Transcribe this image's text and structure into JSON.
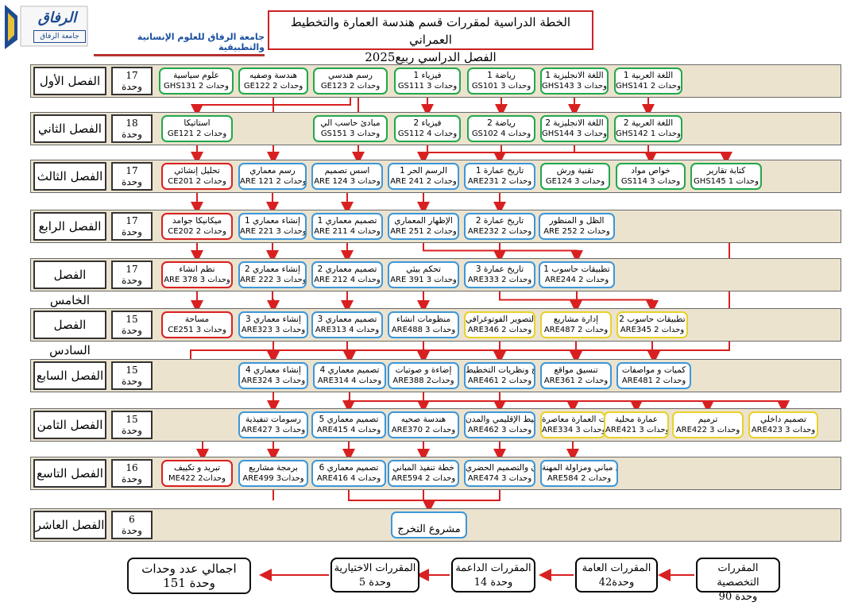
{
  "header": {
    "title": "الخطة الدراسية لمقررات قسم هندسة العمارة والتخطيط العمراني",
    "subtitle": "الفصل الدراسي ربيع2025",
    "university": "جامعة الرفاق للعلوم الإنسانية والتطبيقية",
    "logo_text": "الرفاق",
    "logo_sub": "جامعة الرفاق"
  },
  "semesters": [
    {
      "label": "الفصل الأول",
      "units": "17",
      "units_label": "وحدة"
    },
    {
      "label": "الفصل الثاني",
      "units": "18",
      "units_label": "وحدة"
    },
    {
      "label": "الفصل الثالث",
      "units": "17",
      "units_label": "وحدة"
    },
    {
      "label": "الفصل الرابع",
      "units": "17",
      "units_label": "وحدة"
    },
    {
      "label": "الفصل الخامس",
      "units": "17",
      "units_label": "وحدة"
    },
    {
      "label": "الفصل السادس",
      "units": "15",
      "units_label": "وحدة"
    },
    {
      "label": "الفصل السابع",
      "units": "15",
      "units_label": "وحدة"
    },
    {
      "label": "الفصل الثامن",
      "units": "15",
      "units_label": "وحدة"
    },
    {
      "label": "الفصل التاسع",
      "units": "16",
      "units_label": "وحدة"
    },
    {
      "label": "الفصل العاشر",
      "units": "6",
      "units_label": "وحدة"
    }
  ],
  "courses": {
    "s1": [
      {
        "t": "اللغة العربية 1",
        "c": "GHS141  2 وحدات"
      },
      {
        "t": "اللغة الانجليزية 1",
        "c": "GHS143  3 وحدات"
      },
      {
        "t": "رياضة 1",
        "c": "GS101  3 وحدات"
      },
      {
        "t": "فيزياء 1",
        "c": "GS111  3 وحدات"
      },
      {
        "t": "رسم هندسي",
        "c": "GE123  2 وحدات"
      },
      {
        "t": "هندسة وصفيه",
        "c": "GE122  2 وحدات"
      },
      {
        "t": "علوم سياسية",
        "c": "GHS131  2 وحدات"
      }
    ],
    "s2": [
      {
        "t": "اللغة العربية 2",
        "c": "GHS142  1 وحدات"
      },
      {
        "t": "اللغة الانجليزية 2",
        "c": "GHS144  3 وحدات"
      },
      {
        "t": "رياضة 2",
        "c": "GS102  4 وحدات"
      },
      {
        "t": "فيزياء 2",
        "c": "GS112  4 وحدات"
      },
      {
        "t": "مبادئ حاسب الي",
        "c": "GS151  3 وحدات"
      },
      {
        "t": "استاتيكا",
        "c": "GE121  2 وحدات"
      }
    ],
    "s3": [
      {
        "t": "كتابة تقارير",
        "c": "GHS145  1 وحدات"
      },
      {
        "t": "خواص مواد",
        "c": "GS114  3 وحدات"
      },
      {
        "t": "تقنية ورش",
        "c": "GE124  3 وحدات"
      },
      {
        "t": "تاريخ عمارة 1",
        "c": "ARE231  2 وحدات"
      },
      {
        "t": "الرسم الحر 1",
        "c": "ARE 241  2 وحدات"
      },
      {
        "t": "اسس تصميم",
        "c": "ARE 124  3 وحدات"
      },
      {
        "t": "رسم معماري",
        "c": "ARE 121  2 وحدات"
      },
      {
        "t": "تحليل إنشائي",
        "c": "CE201  2 وحدات"
      }
    ],
    "s4": [
      {
        "t": "الظل و المنظور",
        "c": "ARE 252  2 وحدات"
      },
      {
        "t": "تاريخ عمارة 2",
        "c": "ARE232  2 وحدات"
      },
      {
        "t": "الإظهار المعماري",
        "c": "ARE 251  2 وحدات"
      },
      {
        "t": "تصميم معماري 1",
        "c": "ARE 211  4 وحدات"
      },
      {
        "t": "إنشاء معماري 1",
        "c": "ARE 221  3 وحدات"
      },
      {
        "t": "ميكانيكا جوامد",
        "c": "CE202  2 وحدات"
      }
    ],
    "s5": [
      {
        "t": "تطبيقات حاسوب 1",
        "c": "ARE244  2 وحدات"
      },
      {
        "t": "تاريخ عمارة 3",
        "c": "ARE333  2 وحدات"
      },
      {
        "t": "تحكم بيئي",
        "c": "ARE 391  3 وحدات"
      },
      {
        "t": "تصميم معماري 2",
        "c": "ARE 212  4 وحدات"
      },
      {
        "t": "إنشاء معماري 2",
        "c": "ARE 222  3 وحدات"
      },
      {
        "t": "نظم انشاء",
        "c": "ARE 378  3 وحدات"
      }
    ],
    "s6": [
      {
        "t": "تطبيقات حاسوب 2",
        "c": "ARE345  2 وحدات"
      },
      {
        "t": "إدارة مشاريع",
        "c": "ARE487  2 وحدات"
      },
      {
        "t": "التصوير الفوتوغرافي",
        "c": "ARE346  2 وحدات"
      },
      {
        "t": "منظومات انشاء",
        "c": "ARE488  3 وحدات"
      },
      {
        "t": "تصميم معماري 3",
        "c": "ARE313  4 وحدات"
      },
      {
        "t": "إنشاء معماري 3",
        "c": "ARE323  3 وحدات"
      },
      {
        "t": "مساحة",
        "c": "CE251  3 وحدات"
      }
    ],
    "s7": [
      {
        "t": "كميات و مواصفات",
        "c": "ARE481  2 وحدات"
      },
      {
        "t": "تنسيق مواقع",
        "c": "ARE361  2 وحدات"
      },
      {
        "t": "تاريخ ونظريات التخطيط",
        "c": "ARE461  2 وحدات"
      },
      {
        "t": "إضاءة و صوتيات",
        "c": "ARE388  2وحدات"
      },
      {
        "t": "تصميم معماري 4",
        "c": "ARE314  4 وحدات"
      },
      {
        "t": "إنشاء معماري 4",
        "c": "ARE324  3 وحدات"
      }
    ],
    "s8": [
      {
        "t": "تصميم داخلي",
        "c": "ARE423  3 وحدات"
      },
      {
        "t": "ترميم",
        "c": "ARE422  3 وحدات"
      },
      {
        "t": "عمارة محلية",
        "c": "ARE421  3 وحدات"
      },
      {
        "t": "نظريات العمارة معاصرة",
        "c": "ARE334  3 وحدات"
      },
      {
        "t": "التخطيط الإقليمي والمدن",
        "c": "ARE462  3 وحدات"
      },
      {
        "t": "هندسة صحيه",
        "c": "ARE370  2 وحدات"
      },
      {
        "t": "تصميم معماري 5",
        "c": "ARE415  4 وحدات"
      },
      {
        "t": "رسومات تنفيذية",
        "c": "ARE427  3 وحدات"
      }
    ],
    "s9": [
      {
        "t": "قوانين مباني ومزاولة المهنة",
        "c": "ARE584  2 وحدات"
      },
      {
        "t": "الإسكان والتصميم الحضري",
        "c": "ARE474  3 وحدات"
      },
      {
        "t": "خطة تنفيذ المباني",
        "c": "ARE594  2 وحدات"
      },
      {
        "t": "تصميم معماري 6",
        "c": "ARE416  4 وحدات"
      },
      {
        "t": "برمجة مشاريع",
        "c": "ARE499  3وحدات"
      },
      {
        "t": "تبريد و تكييف",
        "c": "ME422  2وحدات"
      }
    ],
    "s10": [
      {
        "t": "مشروع التخرج",
        "c": ""
      }
    ]
  },
  "legend": [
    {
      "t": "المقررات التخصصية",
      "v": "90 وحدة"
    },
    {
      "t": "المقررات العامة",
      "v": "42وحدة"
    },
    {
      "t": "المقررات الداعمة",
      "v": "14 وحدة"
    },
    {
      "t": "المقررات الاختيارية",
      "v": "5 وحدة"
    },
    {
      "t": "اجمالي عدد وحدات",
      "v": "151 وحدة"
    }
  ],
  "colors": {
    "general": "#21a84a",
    "specialized": "#3d97d8",
    "supporting": "#d92020",
    "elective": "#e8d22a",
    "band": "#ece3cf",
    "arrow": "#d92020"
  }
}
